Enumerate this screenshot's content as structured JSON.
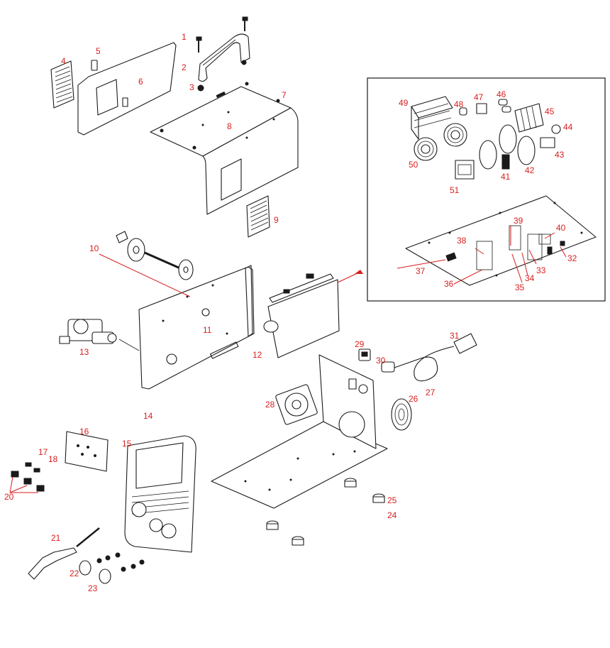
{
  "colors": {
    "label": "#d81e1e",
    "line": "#1a1a1a",
    "background": "#ffffff"
  },
  "labels": {
    "p1": "1",
    "p2": "2",
    "p3": "3",
    "p4": "4",
    "p5": "5",
    "p6": "6",
    "p7": "7",
    "p8": "8",
    "p9": "9",
    "p10": "10",
    "p11": "11",
    "p12": "12",
    "p13": "13",
    "p14": "14",
    "p15": "15",
    "p16": "16",
    "p17": "17",
    "p18": "18",
    "p20": "20",
    "p21": "21",
    "p22": "22",
    "p23": "23",
    "p24": "24",
    "p25": "25",
    "p26": "26",
    "p27": "27",
    "p28": "28",
    "p29": "29",
    "p30": "30",
    "p31": "31",
    "p32": "32",
    "p33": "33",
    "p34": "34",
    "p35": "35",
    "p36": "36",
    "p37": "37",
    "p38": "38",
    "p39": "39",
    "p40": "40",
    "p41": "41",
    "p42": "42",
    "p43": "43",
    "p44": "44",
    "p45": "45",
    "p46": "46",
    "p47": "47",
    "p48": "48",
    "p49": "49",
    "p50": "50",
    "p51": "51"
  }
}
